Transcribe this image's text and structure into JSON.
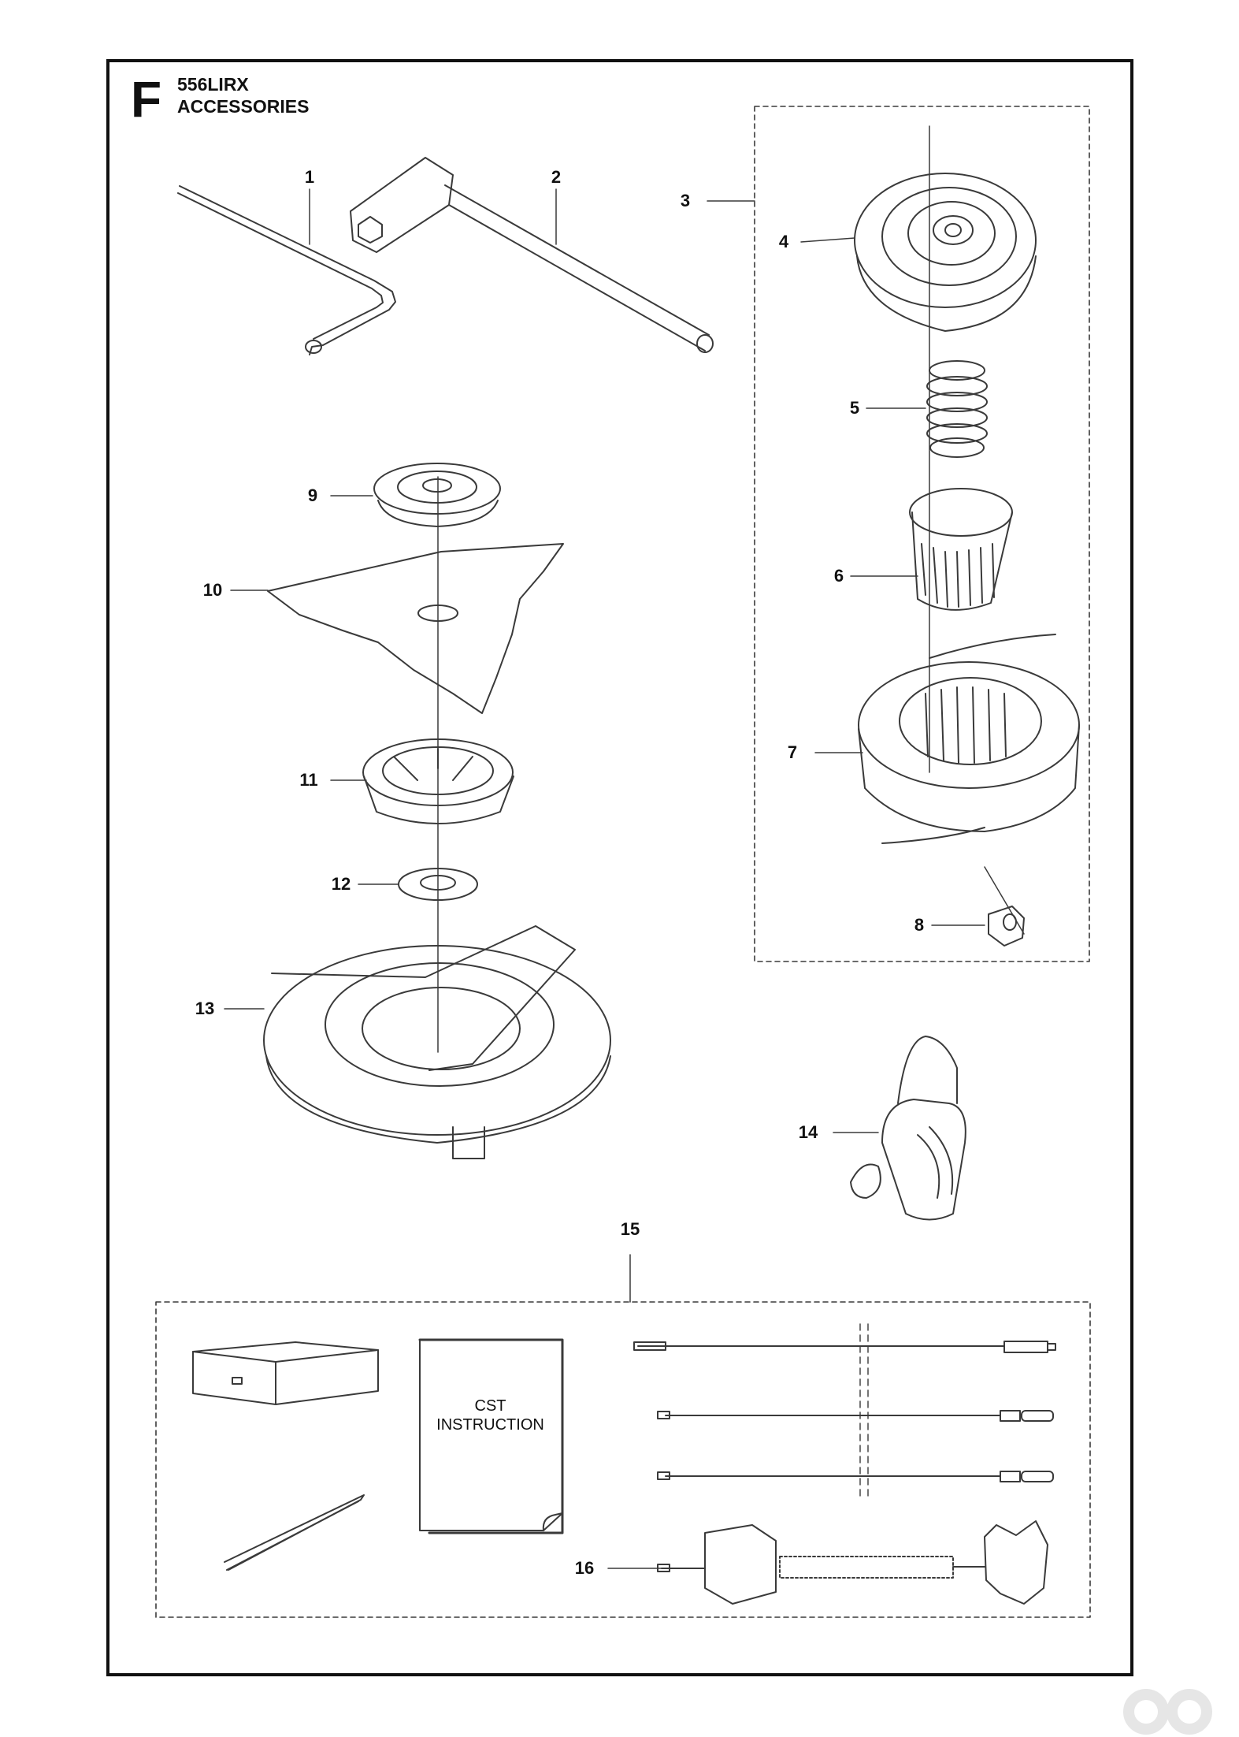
{
  "header": {
    "section_letter": "F",
    "model": "556LIRX",
    "title": "ACCESSORIES"
  },
  "callouts": [
    "1",
    "2",
    "3",
    "4",
    "5",
    "6",
    "7",
    "8",
    "9",
    "10",
    "11",
    "12",
    "13",
    "14",
    "15",
    "16"
  ],
  "manual_label": {
    "line1": "CST",
    "line2": "INSTRUCTION"
  },
  "colors": {
    "ink": "#111111",
    "stroke": "#3a3a3a",
    "paper": "#ffffff",
    "logo": "#e6e6e6"
  },
  "icons": [
    "hex-key-icon",
    "socket-wrench-icon",
    "trimmer-head-cap-icon",
    "spring-icon",
    "spool-core-icon",
    "trimmer-head-body-icon",
    "eyelet-icon",
    "support-cup-icon",
    "grass-blade-icon",
    "drive-disc-icon",
    "thrust-washer-icon",
    "blade-guard-icon",
    "harness-pad-icon",
    "battery-box-icon",
    "tweezers-icon",
    "manual-icon",
    "cable-icon",
    "cable-harness-icon",
    "logo-icon"
  ]
}
